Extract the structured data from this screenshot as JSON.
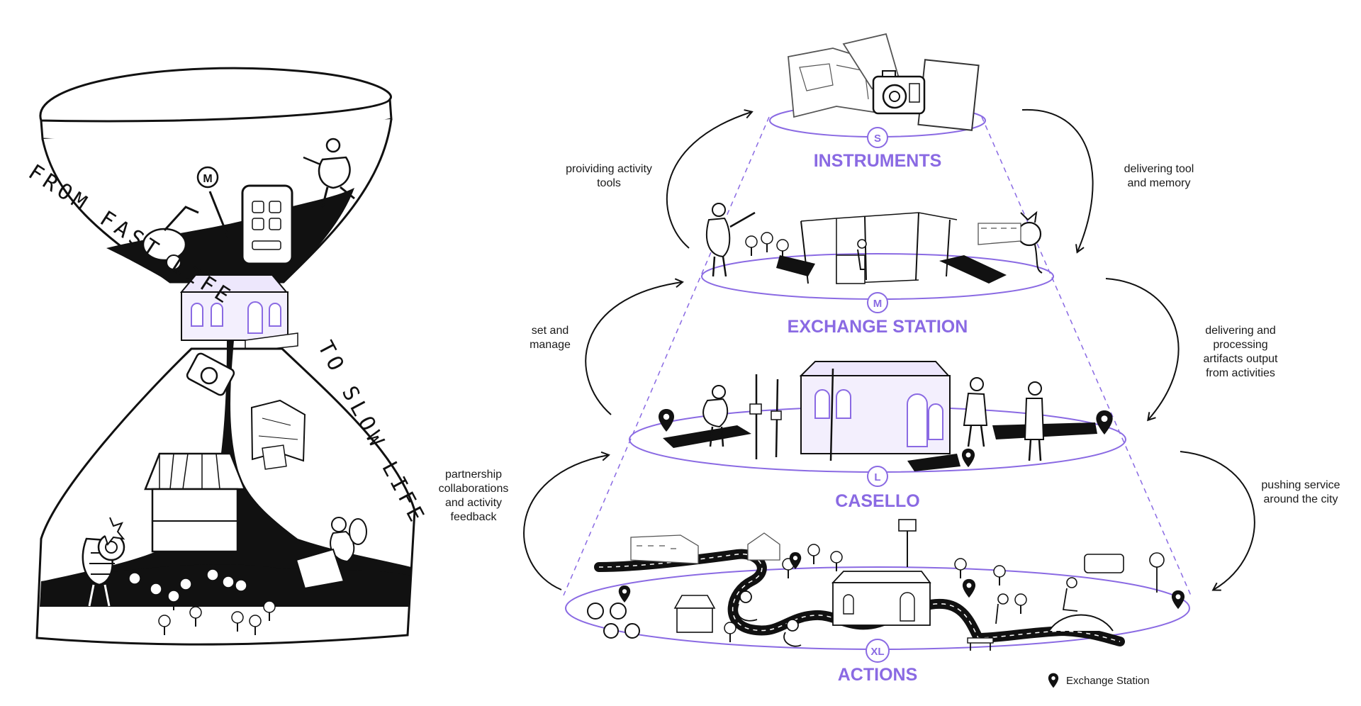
{
  "hourglass": {
    "top_text": "FROM FAST LIFE",
    "bottom_text": "TO SLOW LIFE",
    "metro_sign": "M"
  },
  "levels": [
    {
      "badge": "S",
      "title": "INSTRUMENTS"
    },
    {
      "badge": "M",
      "title": "EXCHANGE STATION"
    },
    {
      "badge": "L",
      "title": "CASELLO"
    },
    {
      "badge": "XL",
      "title": "ACTIONS"
    }
  ],
  "annotations": {
    "left_1": "proividing activity\ntools",
    "left_2": "set and\nmanage",
    "left_3": "partnership\ncollaborations\nand activity\nfeedback",
    "right_1": "delivering tool\nand memory",
    "right_2": "delivering and\nprocessing\nartifacts output\nfrom activities",
    "right_3": "pushing service\naround the city"
  },
  "legend": {
    "label": "Exchange Station"
  },
  "colors": {
    "accent": "#8a6ae3",
    "ink": "#111111",
    "station_fill": "#e9e2fb"
  }
}
